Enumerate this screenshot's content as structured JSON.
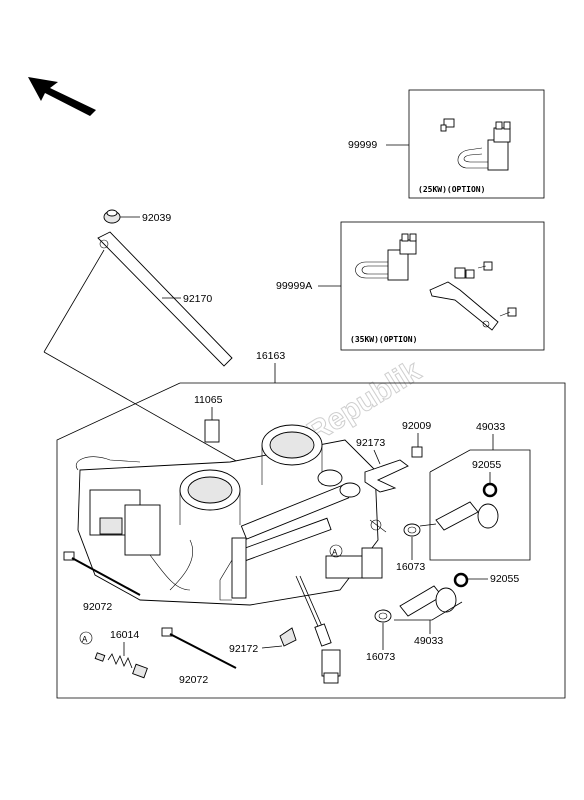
{
  "watermark": "PartsRepublik",
  "option_boxes": [
    {
      "part_no": "99999",
      "caption": "(25KW)(OPTION)"
    },
    {
      "part_no": "99999A",
      "caption": "(35KW)(OPTION)"
    }
  ],
  "assembly_part_no": "16163",
  "callouts": {
    "c92039": "92039",
    "c92170": "92170",
    "c11065": "11065",
    "c92009": "92009",
    "c92173": "92173",
    "c49033a": "49033",
    "c92055a": "92055",
    "c16073a": "16073",
    "c92055b": "92055",
    "c16073b": "16073",
    "c49033b": "49033",
    "c92072a": "92072",
    "c16014": "16014",
    "c92072b": "92072",
    "c92172": "92172"
  },
  "ref_markers": {
    "marker_a1": "A",
    "marker_a2": "A"
  },
  "colors": {
    "line": "#000000",
    "background": "#ffffff",
    "watermark": "#cfcfcf"
  }
}
